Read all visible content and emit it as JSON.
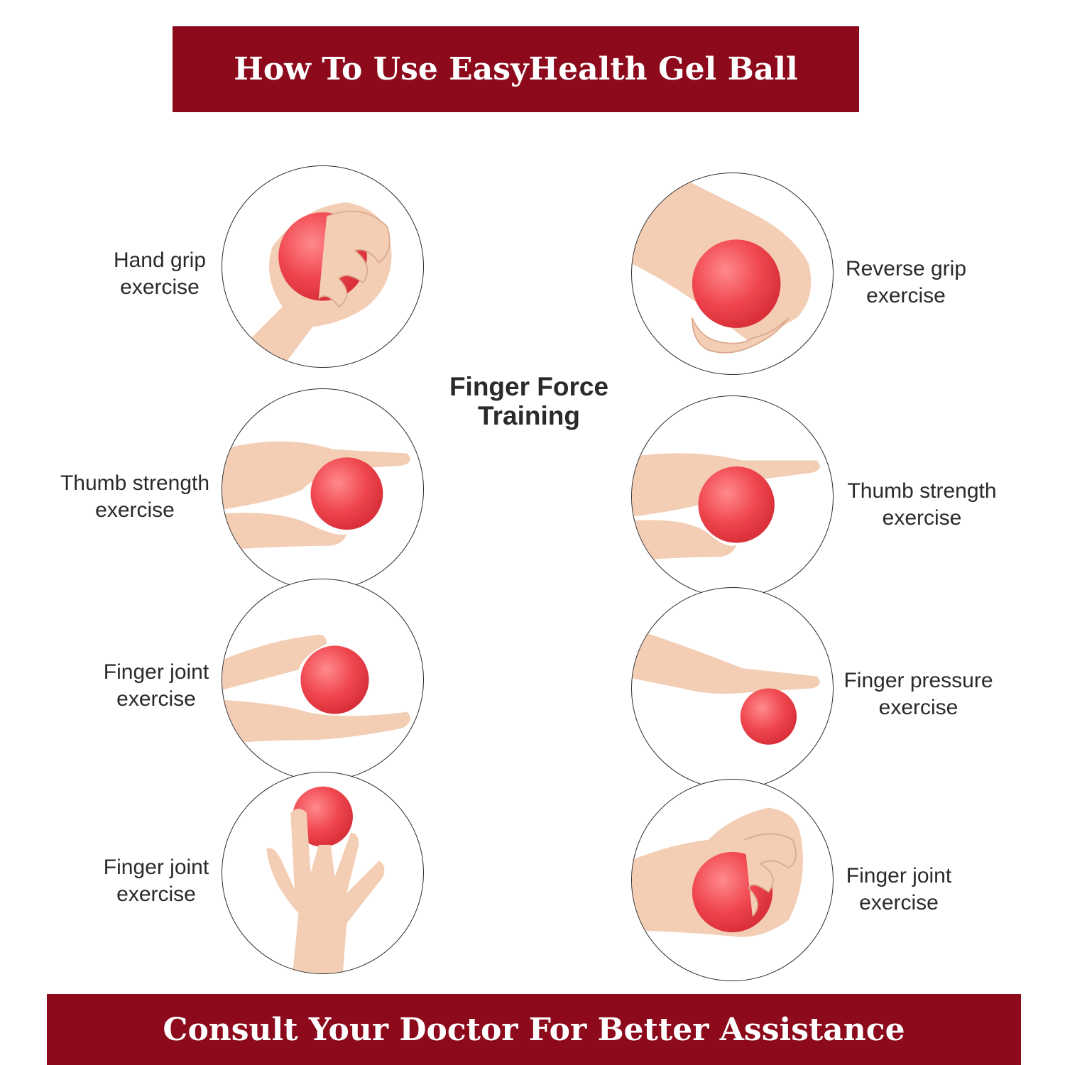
{
  "header": {
    "title": "How To Use EasyHealth Gel Ball"
  },
  "center": {
    "title_line1": "Finger Force",
    "title_line2": "Training"
  },
  "exercises": {
    "left": [
      {
        "line1": "Hand grip",
        "line2": "exercise",
        "icon": "hand-grip-icon"
      },
      {
        "line1": "Thumb strength",
        "line2": "exercise",
        "icon": "thumb-strength-icon"
      },
      {
        "line1": "Finger joint",
        "line2": "exercise",
        "icon": "finger-joint-icon"
      },
      {
        "line1": "Finger joint",
        "line2": "exercise",
        "icon": "finger-balance-icon"
      }
    ],
    "right": [
      {
        "line1": "Reverse grip",
        "line2": "exercise",
        "icon": "reverse-grip-icon"
      },
      {
        "line1": "Thumb strength",
        "line2": "exercise",
        "icon": "thumb-strength-icon"
      },
      {
        "line1": "Finger pressure",
        "line2": "exercise",
        "icon": "finger-pressure-icon"
      },
      {
        "line1": "Finger joint",
        "line2": "exercise",
        "icon": "finger-squeeze-icon"
      }
    ]
  },
  "footer": {
    "text": "Consult Your Doctor For Better Assistance"
  },
  "colors": {
    "banner": "#8c0a1c",
    "ball": "#f0474f",
    "skin": "#f3cdb4",
    "outline": "#2b2b2b"
  }
}
